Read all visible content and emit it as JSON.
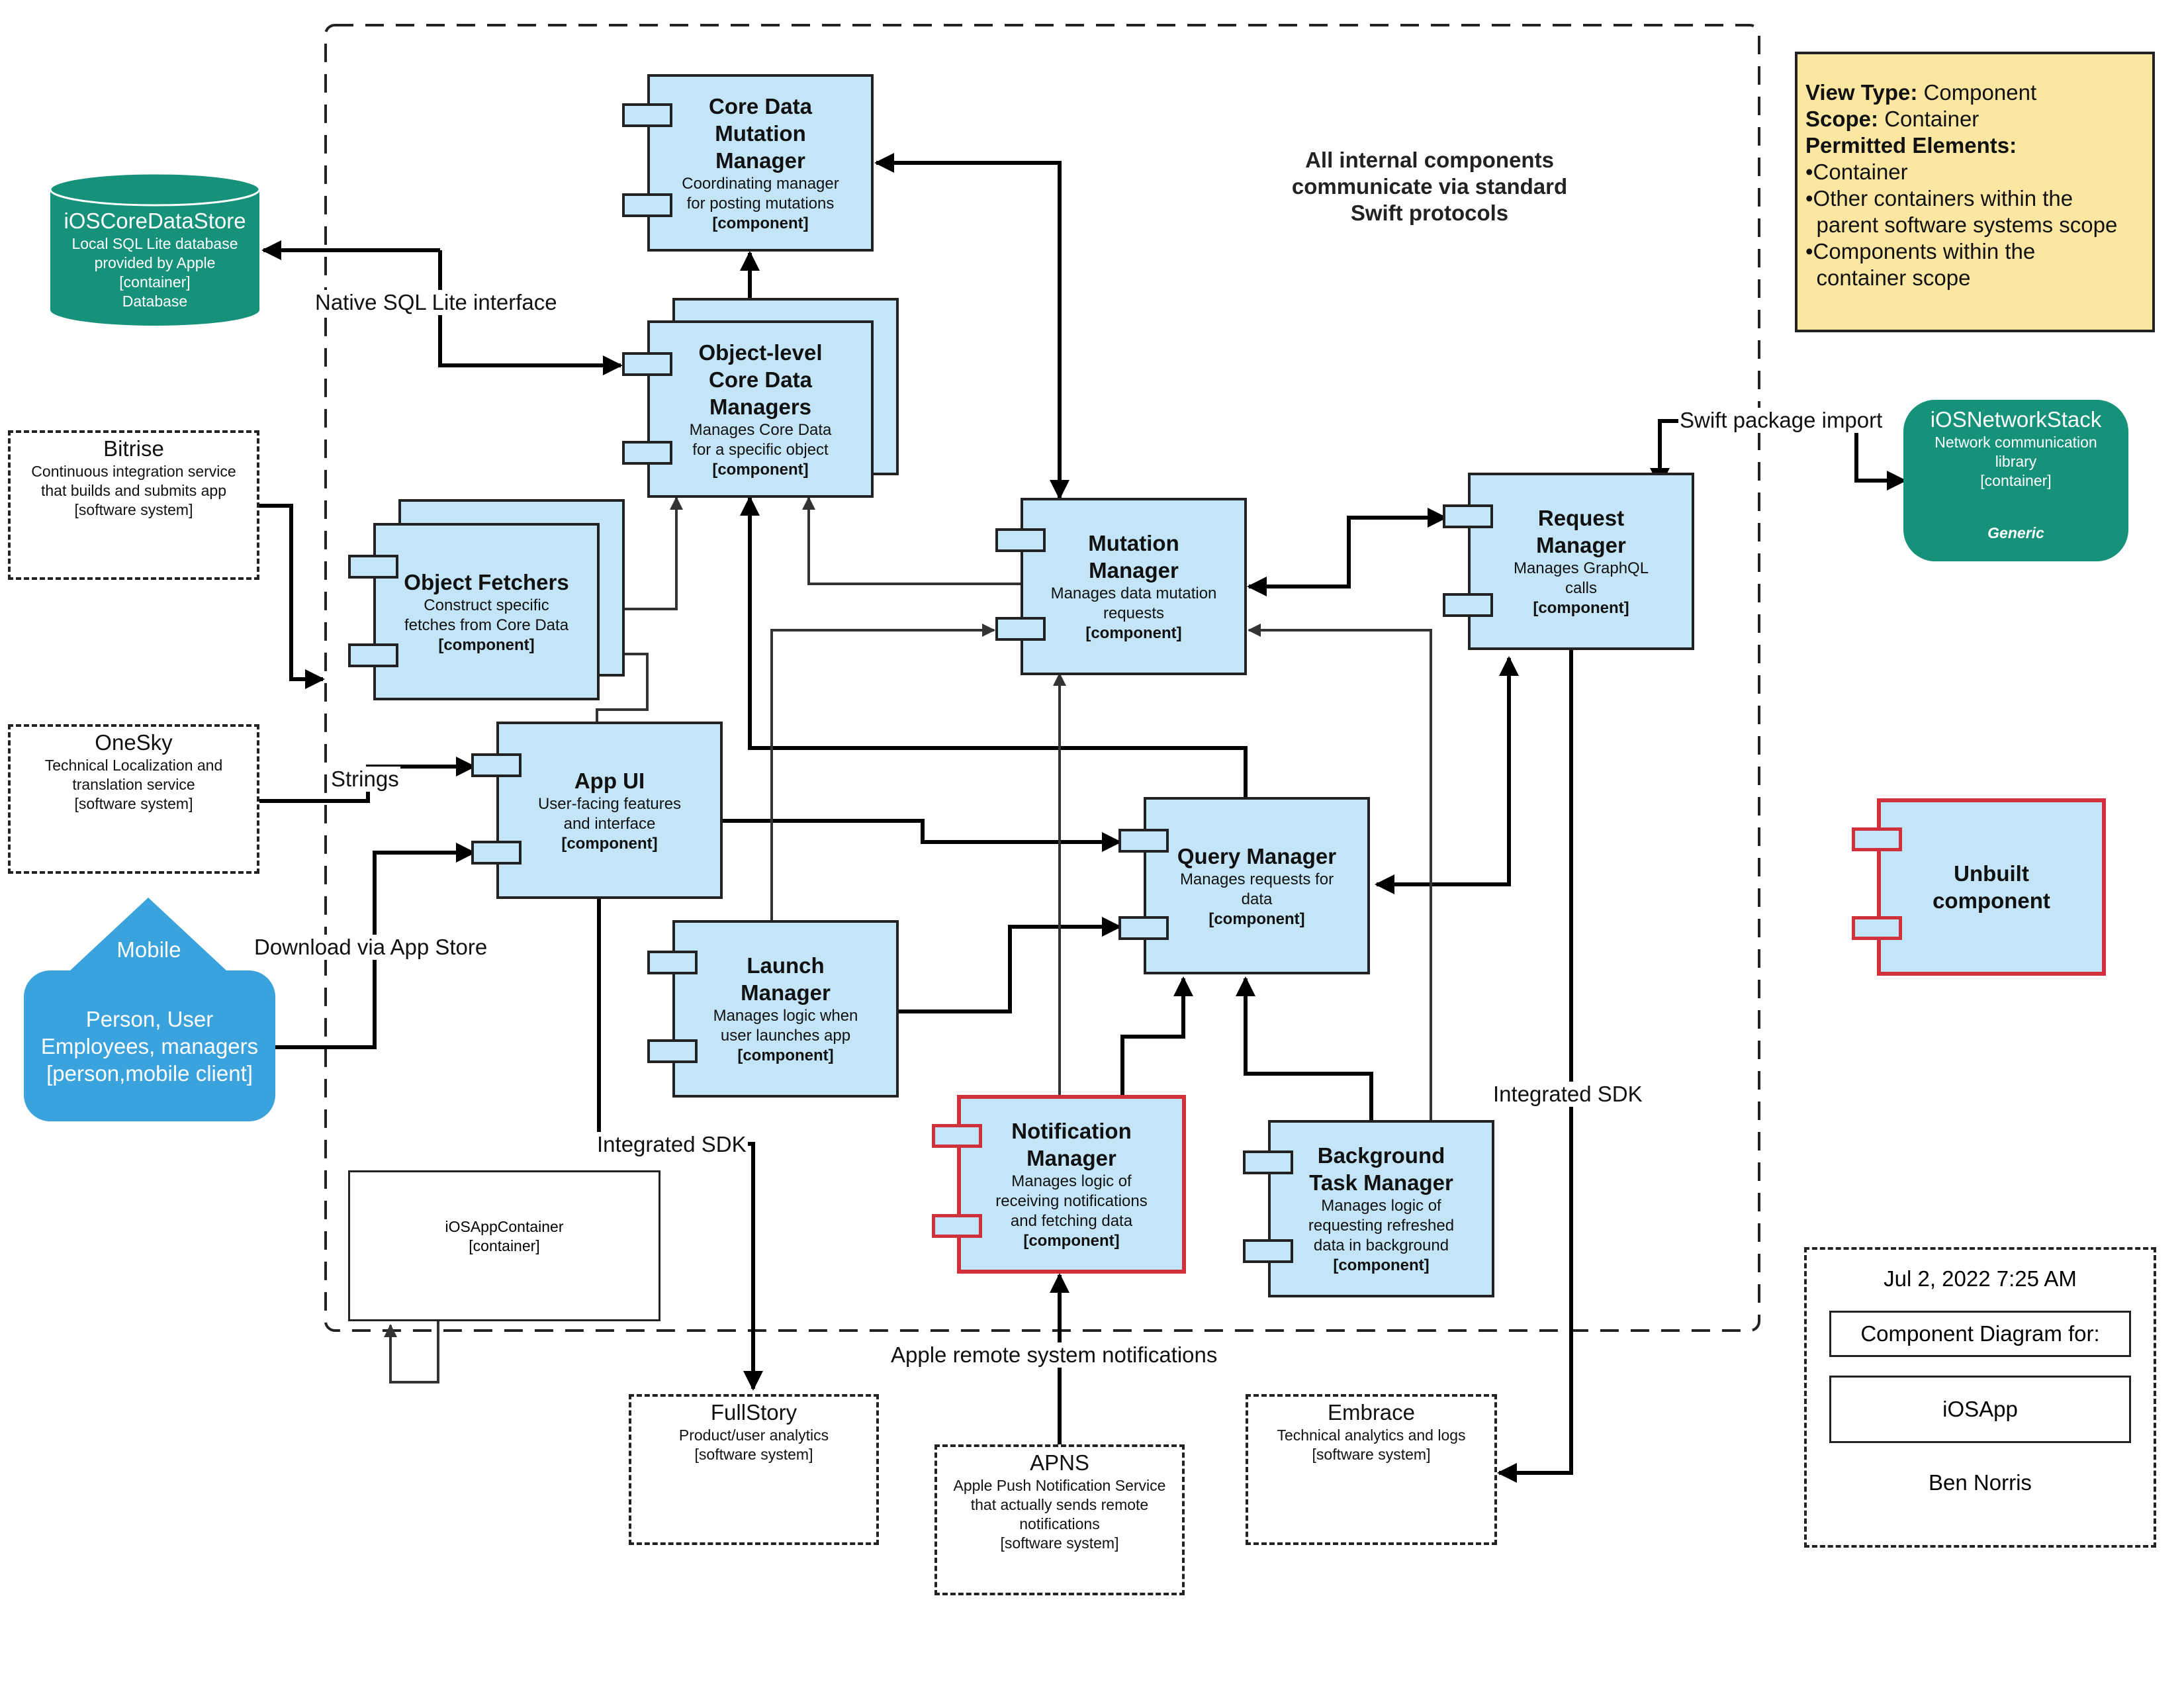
{
  "boundary_note": [
    "All internal components",
    "communicate via standard",
    "Swift protocols"
  ],
  "components": {
    "core_data_mutation_manager": {
      "title": [
        "Core Data",
        "Mutation",
        "Manager"
      ],
      "desc": [
        "Coordinating manager",
        "for posting mutations"
      ],
      "tag": "[component]"
    },
    "object_level_core_data_managers": {
      "title": [
        "Object-level",
        "Core Data",
        "Managers"
      ],
      "desc": [
        "Manages Core Data",
        "for a specific object"
      ],
      "tag": "[component]"
    },
    "object_fetchers": {
      "title": [
        "Object Fetchers"
      ],
      "desc": [
        "Construct specific",
        "fetches from Core Data"
      ],
      "tag": "[component]"
    },
    "mutation_manager": {
      "title": [
        "Mutation",
        "Manager"
      ],
      "desc": [
        "Manages data mutation",
        "requests"
      ],
      "tag": "[component]"
    },
    "request_manager": {
      "title": [
        "Request",
        "Manager"
      ],
      "desc": [
        "Manages GraphQL",
        "calls"
      ],
      "tag": "[component]"
    },
    "app_ui": {
      "title": [
        "App UI"
      ],
      "desc": [
        "User-facing features",
        "and interface"
      ],
      "tag": "[component]"
    },
    "query_manager": {
      "title": [
        "Query Manager"
      ],
      "desc": [
        "Manages requests for",
        "data"
      ],
      "tag": "[component]"
    },
    "launch_manager": {
      "title": [
        "Launch",
        "Manager"
      ],
      "desc": [
        "Manages logic when",
        "user launches app"
      ],
      "tag": "[component]"
    },
    "notification_manager": {
      "title": [
        "Notification",
        "Manager"
      ],
      "desc": [
        "Manages logic of",
        "receiving notifications",
        "and fetching data"
      ],
      "tag": "[component]"
    },
    "background_task_manager": {
      "title": [
        "Background",
        "Task Manager"
      ],
      "desc": [
        "Manages logic of",
        "requesting refreshed",
        "data in background"
      ],
      "tag": "[component]"
    }
  },
  "datastore": {
    "title": "iOSCoreDataStore",
    "desc": [
      "Local SQL Lite database",
      "provided by Apple",
      "[container]",
      "Database"
    ]
  },
  "network_stack": {
    "title": "iOSNetworkStack",
    "desc": [
      "Network communication",
      "library",
      "[container]"
    ],
    "footer": "Generic"
  },
  "externals": {
    "bitrise": {
      "title": "Bitrise",
      "desc": [
        "Continuous integration service",
        "that builds and submits app",
        "[software system]"
      ]
    },
    "onesky": {
      "title": "OneSky",
      "desc": [
        "Technical Localization and",
        "translation service",
        "[software system]"
      ]
    },
    "fullstory": {
      "title": "FullStory",
      "desc": [
        "Product/user analytics",
        "[software system]"
      ]
    },
    "apns": {
      "title": "APNS",
      "desc": [
        "Apple Push Notification Service",
        "that actually sends remote",
        "notifications",
        "[software system]"
      ]
    },
    "embrace": {
      "title": "Embrace",
      "desc": [
        "Technical analytics and logs",
        "[software system]"
      ]
    }
  },
  "person": {
    "badge": "Mobile",
    "lines": [
      "Person, User",
      "Employees, managers",
      "[person,mobile client]"
    ]
  },
  "app_container": {
    "lines": [
      "iOSAppContainer",
      "[container]"
    ]
  },
  "edge_labels": {
    "native_sql": "Native SQL Lite interface",
    "swift_package": "Swift package import",
    "strings": "Strings",
    "download": "Download via App Store",
    "integrated_sdk_fullstory": "Integrated SDK",
    "integrated_sdk_embrace": "Integrated SDK",
    "apple_remote": "Apple remote system notifications"
  },
  "legend": {
    "view_type_label": "View Type:",
    "view_type_value": " Component",
    "scope_label": "Scope:",
    "scope_value": " Container",
    "permitted_label": "Permitted Elements:",
    "items": [
      "•Container",
      "•Other containers within the",
      " parent software systems scope",
      "•Components within the",
      " container scope"
    ]
  },
  "unbuilt": {
    "title": [
      "Unbuilt",
      "component"
    ]
  },
  "info": {
    "date": "Jul 2, 2022 7:25 AM",
    "caption": "Component Diagram for:",
    "name": "iOSApp",
    "author": "Ben Norris"
  },
  "colors": {
    "component_fill": "#c3e5f7",
    "container_green": "#16917a",
    "person_blue": "#3aa3dd",
    "unbuilt_red": "#d0303a",
    "legend_yellow": "#fbe6a2"
  }
}
